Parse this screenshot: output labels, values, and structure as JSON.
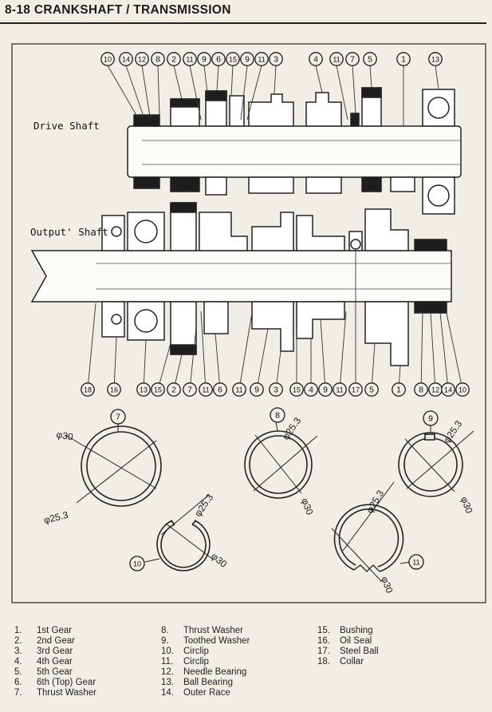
{
  "header": {
    "title": "8-18 CRANKSHAFT / TRANSMISSION"
  },
  "shafts": {
    "drive_label": "Drive Shaft",
    "output_label": "Output' Shaft"
  },
  "callouts_top": [
    "10",
    "14",
    "12",
    "8",
    "2",
    "11",
    "9",
    "6",
    "15",
    "9",
    "11",
    "3",
    "4",
    "11",
    "7",
    "5",
    "1",
    "13"
  ],
  "callouts_bottom": [
    "18",
    "16",
    "13",
    "15",
    "2",
    "7",
    "11",
    "6",
    "11",
    "9",
    "3",
    "15",
    "4",
    "9",
    "11",
    "17",
    "5",
    "1",
    "8",
    "12",
    "14",
    "10"
  ],
  "washers": [
    {
      "ref": "7",
      "outer": "φ30",
      "inner": "φ25.3"
    },
    {
      "ref": "8",
      "outer": "φ30",
      "inner": "φ25.3"
    },
    {
      "ref": "9",
      "outer": "φ30",
      "inner": "φ25.3"
    },
    {
      "ref": "10",
      "outer": "φ30",
      "inner": "φ25.3"
    },
    {
      "ref": "11",
      "outer": "φ30",
      "inner": "φ25.3"
    }
  ],
  "legend": {
    "col1": [
      {
        "num": "1.",
        "text": "1st Gear"
      },
      {
        "num": "2.",
        "text": "2nd Gear"
      },
      {
        "num": "3.",
        "text": "3rd Gear"
      },
      {
        "num": "4.",
        "text": "4th Gear"
      },
      {
        "num": "5.",
        "text": "5th Gear"
      },
      {
        "num": "6.",
        "text": "6th (Top) Gear"
      },
      {
        "num": "7.",
        "text": "Thrust Washer"
      }
    ],
    "col2": [
      {
        "num": "8.",
        "text": "Thrust Washer"
      },
      {
        "num": "9.",
        "text": "Toothed Washer"
      },
      {
        "num": "10.",
        "text": "Circlip"
      },
      {
        "num": "11.",
        "text": "Circlip"
      },
      {
        "num": "12.",
        "text": "Needle Bearing"
      },
      {
        "num": "13.",
        "text": "Ball Bearing"
      },
      {
        "num": "14.",
        "text": "Outer Race"
      }
    ],
    "col3": [
      {
        "num": "15.",
        "text": "Bushing"
      },
      {
        "num": "16.",
        "text": "Oil Seal"
      },
      {
        "num": "17.",
        "text": "Steel Ball"
      },
      {
        "num": "18.",
        "text": "Collar"
      }
    ]
  }
}
